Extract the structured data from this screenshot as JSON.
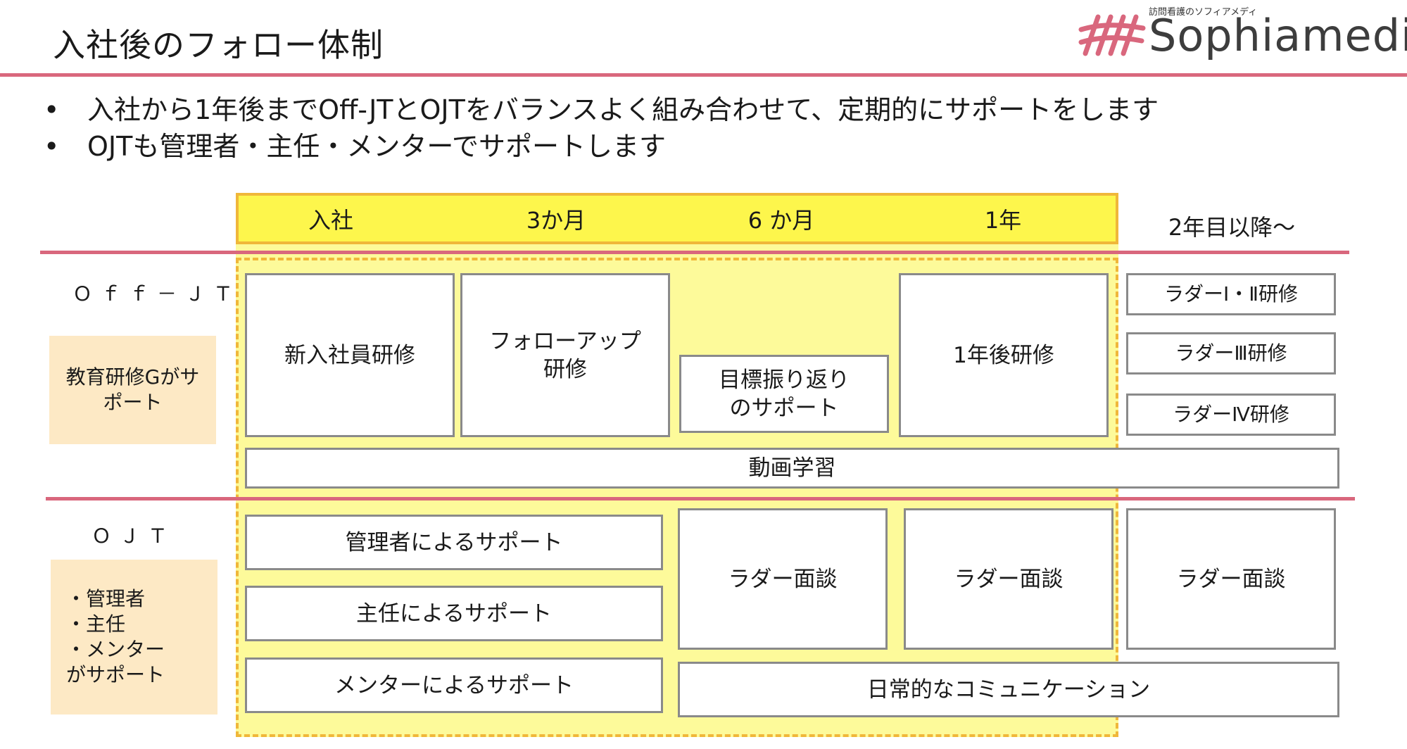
{
  "page": {
    "title": "入社後のフォロー体制"
  },
  "logo": {
    "subtitle": "訪問看護のソフィアメディ",
    "wordmark": "Sophiamedi"
  },
  "bullets": [
    "入社から1年後までOff-JTとOJTをバランスよく組み合わせて、定期的にサポートをします",
    "OJTも管理者・主任・メンターでサポートします"
  ],
  "timeline": {
    "headers": [
      "入社",
      "3か月",
      "6 か月",
      "1年",
      "2年目以降～"
    ]
  },
  "offjt": {
    "label": "Ｏｆｆ－ＪＴ",
    "support_box": [
      "教育研修Gがサ",
      "ポート"
    ],
    "boxes": {
      "new_hire": "新入社員研修",
      "followup": [
        "フォローアップ",
        "研修"
      ],
      "goal_review": [
        "目標振り返り",
        "のサポート"
      ],
      "one_year": "1年後研修",
      "video": "動画学習",
      "ladder_1_2": "ラダーⅠ・Ⅱ研修",
      "ladder_3": "ラダーⅢ研修",
      "ladder_4": "ラダーⅣ研修"
    }
  },
  "ojt": {
    "label": "ＯＪＴ",
    "support_box": [
      "・管理者",
      "・主任",
      "・メンター",
      "がサポート"
    ],
    "boxes": {
      "manager": "管理者によるサポート",
      "chief": "主任によるサポート",
      "mentor": "メンターによるサポート",
      "ladder_interview_1": "ラダー面談",
      "ladder_interview_2": "ラダー面談",
      "ladder_interview_3": "ラダー面談",
      "daily_comm": "日常的なコミュニケーション"
    }
  },
  "colors": {
    "accent_rule": "#d9677d",
    "header_yellow": "#fdf64c",
    "area_yellow": "#fdfa9a",
    "dash_orange": "#f0b73a",
    "side_beige": "#fde9c5",
    "box_border": "#8a8a8a"
  }
}
